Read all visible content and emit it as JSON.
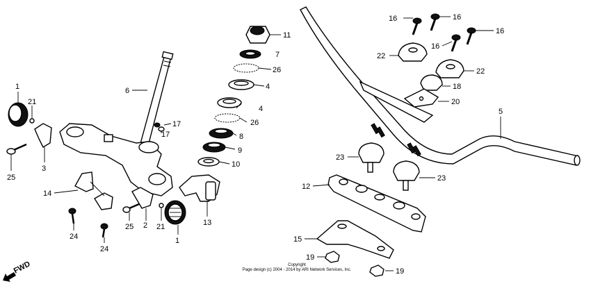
{
  "diagram": {
    "callouts": {
      "c1a": "1",
      "c21a": "21",
      "c3": "3",
      "c25a": "25",
      "c6": "6",
      "c17a": "17",
      "c17b": "17",
      "c14": "14",
      "c24a": "24",
      "c24b": "24",
      "c25b": "25",
      "c2": "2",
      "c21b": "21",
      "c1b": "1",
      "c13": "13",
      "c11": "11",
      "c7": "7",
      "c26a": "26",
      "c4a": "4",
      "c4b": "4",
      "c26b": "26",
      "c8": "8",
      "c9": "9",
      "c10": "10",
      "c16a": "16",
      "c16b": "16",
      "c16c": "16",
      "c16d": "16",
      "c22a": "22",
      "c22b": "22",
      "c18": "18",
      "c20": "20",
      "c5": "5",
      "c23a": "23",
      "c23b": "23",
      "c12": "12",
      "c15": "15",
      "c19a": "19",
      "c19b": "19"
    },
    "fwd": "FWD",
    "copyright_line1": "Copyright",
    "copyright_line2": "Page design (c) 2004 - 2014 by ARI Network Services, Inc."
  }
}
